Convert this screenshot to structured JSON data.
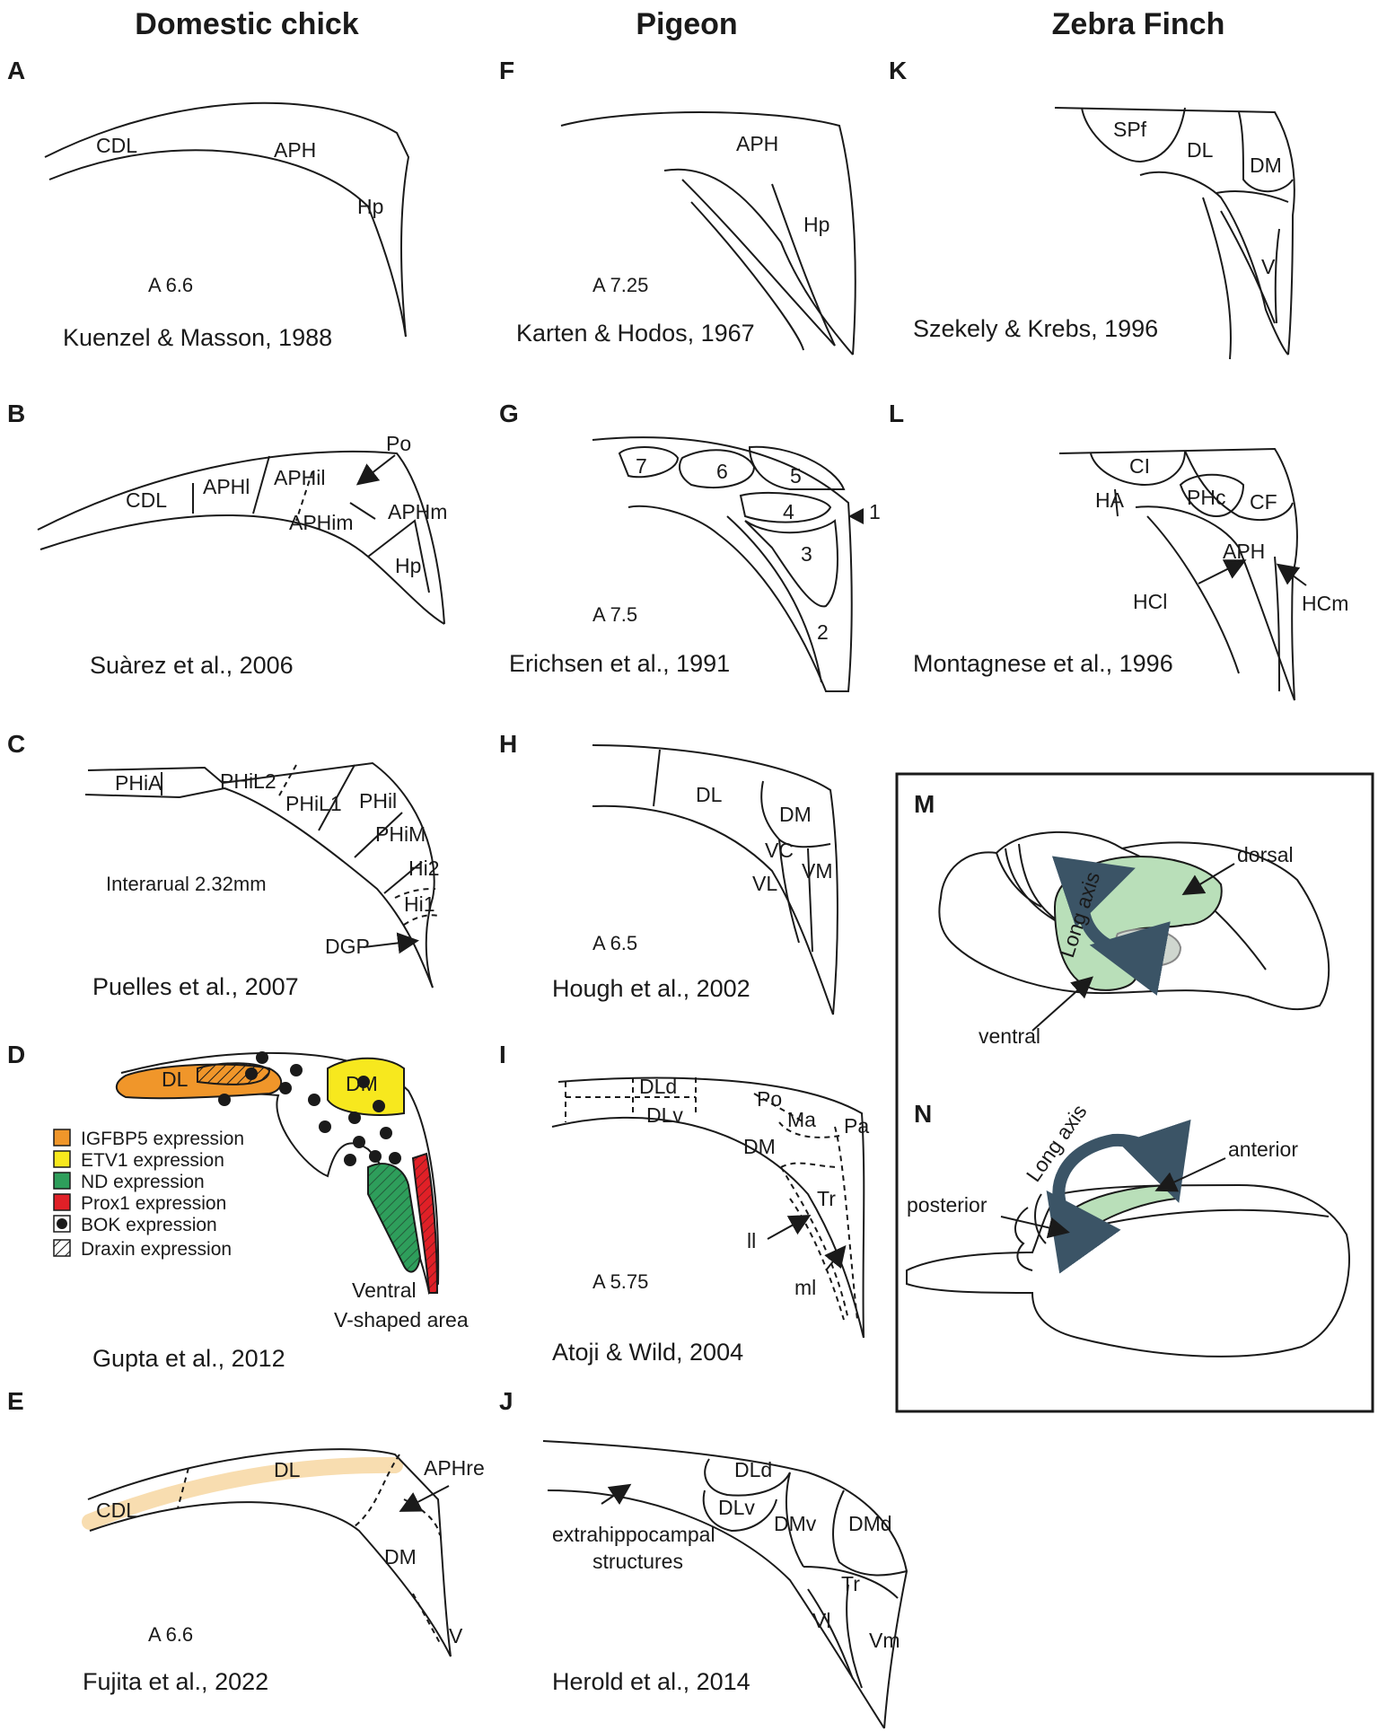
{
  "headers": {
    "chick": "Domestic chick",
    "pigeon": "Pigeon",
    "finch": "Zebra Finch"
  },
  "panels": {
    "A": {
      "letter": "A",
      "citation": "Kuenzel & Masson, 1988",
      "coord": "A 6.6",
      "labels": [
        "CDL",
        "APH",
        "Hp"
      ]
    },
    "B": {
      "letter": "B",
      "citation": "Suàrez et al., 2006",
      "labels": [
        "CDL",
        "APHl",
        "APHil",
        "APHim",
        "APHm",
        "Hp",
        "Po"
      ]
    },
    "C": {
      "letter": "C",
      "citation": "Puelles et al., 2007",
      "coord": "Interarual 2.32mm",
      "labels": [
        "PHiA",
        "PHiL2",
        "PHiL1",
        "PHil",
        "PHiM",
        "Hi2",
        "Hi1",
        "DGP"
      ]
    },
    "D": {
      "letter": "D",
      "citation": "Gupta et al., 2012",
      "labels": [
        "DL",
        "DM",
        "Ventral",
        "V-shaped area"
      ],
      "legend": [
        {
          "label": "IGFBP5 expression",
          "color": "#f0962a"
        },
        {
          "label": "ETV1 expression",
          "color": "#f7e81e"
        },
        {
          "label": "ND expression",
          "color": "#2e9e5b"
        },
        {
          "label": "Prox1 expression",
          "color": "#e02027"
        },
        {
          "label": "BOK expression",
          "color": "#1a1a1a"
        },
        {
          "label": "Draxin expression",
          "color": "#ffffff"
        }
      ]
    },
    "E": {
      "letter": "E",
      "citation": "Fujita et al., 2022",
      "coord": "A 6.6",
      "labels": [
        "CDL",
        "DL",
        "APHre",
        "DM",
        "V"
      ]
    },
    "F": {
      "letter": "F",
      "citation": "Karten & Hodos, 1967",
      "coord": "A 7.25",
      "labels": [
        "APH",
        "Hp"
      ]
    },
    "G": {
      "letter": "G",
      "citation": "Erichsen et al., 1991",
      "coord": "A 7.5",
      "labels": [
        "7",
        "6",
        "5",
        "4",
        "1",
        "3",
        "2"
      ]
    },
    "H": {
      "letter": "H",
      "citation": "Hough et al., 2002",
      "coord": "A 6.5",
      "labels": [
        "DL",
        "DM",
        "VC",
        "VL",
        "VM"
      ]
    },
    "I": {
      "letter": "I",
      "citation": "Atoji & Wild, 2004",
      "coord": "A 5.75",
      "labels": [
        "DLd",
        "DLv",
        "Po",
        "Ma",
        "Pa",
        "DM",
        "Tr",
        "ll",
        "ml"
      ]
    },
    "J": {
      "letter": "J",
      "citation": "Herold et al., 2014",
      "labels": [
        "DLd",
        "DLv",
        "DMv",
        "DMd",
        "Tr",
        "Vl",
        "Vm",
        "extrahippocampal",
        "structures"
      ]
    },
    "K": {
      "letter": "K",
      "citation": "Szekely & Krebs, 1996",
      "labels": [
        "SPf",
        "DL",
        "DM",
        "V"
      ]
    },
    "L": {
      "letter": "L",
      "citation": "Montagnese et al., 1996",
      "labels": [
        "CI",
        "HA",
        "PHc",
        "CF",
        "APH",
        "HCl",
        "HCm"
      ]
    },
    "M": {
      "letter": "M",
      "labels": [
        "dorsal",
        "ventral",
        "Long axis"
      ]
    },
    "N": {
      "letter": "N",
      "labels": [
        "anterior",
        "posterior",
        "Long axis"
      ]
    }
  },
  "colors": {
    "green_fill": "#b9dfb9",
    "arrow": "#3b5466",
    "faint_orange": "#f8ddb0"
  }
}
